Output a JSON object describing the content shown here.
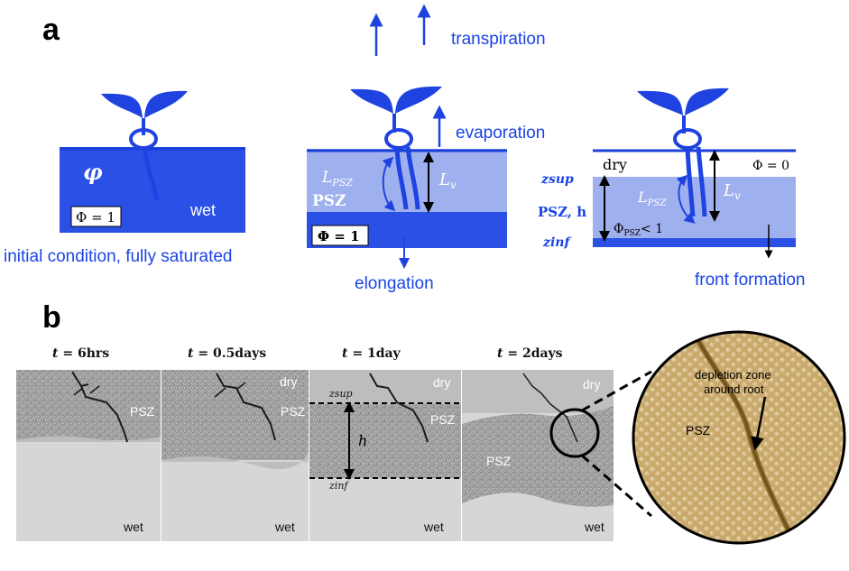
{
  "panel_a": {
    "label": "a",
    "transpiration": "transpiration",
    "evaporation": "evaporation",
    "elongation": "elongation",
    "front_formation": "front formation",
    "initial_condition": "initial condition, fully saturated",
    "phi_var": "φ",
    "wet": "wet",
    "phi_eq_1": "Φ = 1",
    "phi_eq_1_b": "Φ = 1",
    "psz": "PSZ",
    "l_psz": "L",
    "l_psz_sub": "PSZ",
    "l_v": "L",
    "l_v_sub": "v",
    "l_psz_2": "L",
    "l_psz_2_sub": "PSZ",
    "l_v_2": "L",
    "l_v_2_sub": "v",
    "dry": "dry",
    "phi_eq_0": "Φ = 0",
    "z_sup": "zsup",
    "z_inf": "zinf",
    "psz_h": "PSZ, h",
    "phi_psz": "Φ",
    "phi_psz_sub": "PSZ",
    "phi_psz_rel": "< 1"
  },
  "panel_b": {
    "label": "b",
    "times": [
      {
        "lhs": "t",
        "rhs": "= 6hrs"
      },
      {
        "lhs": "t",
        "rhs": "= 0.5days"
      },
      {
        "lhs": "t",
        "rhs": "= 1day"
      },
      {
        "lhs": "t",
        "rhs": "= 2days"
      }
    ],
    "photo1": {
      "psz": "PSZ",
      "wet": "wet"
    },
    "photo2": {
      "dry": "dry",
      "psz": "PSZ",
      "wet": "wet"
    },
    "photo3": {
      "dry": "dry",
      "psz": "PSZ",
      "wet": "wet",
      "z_sup": "zsup",
      "z_inf": "zinf",
      "h": "h"
    },
    "photo4": {
      "dry": "dry",
      "psz": "PSZ",
      "wet": "wet"
    },
    "zoom": {
      "psz": "PSZ",
      "depletion_line1": "depletion zone",
      "depletion_line2": "around root"
    }
  },
  "colors": {
    "blue_dark": "#2b50e6",
    "blue_light": "#9fb0ef",
    "blue_mid": "#7f96ec",
    "text_blue": "#1a44e6",
    "sprout": "#1f43e0"
  }
}
